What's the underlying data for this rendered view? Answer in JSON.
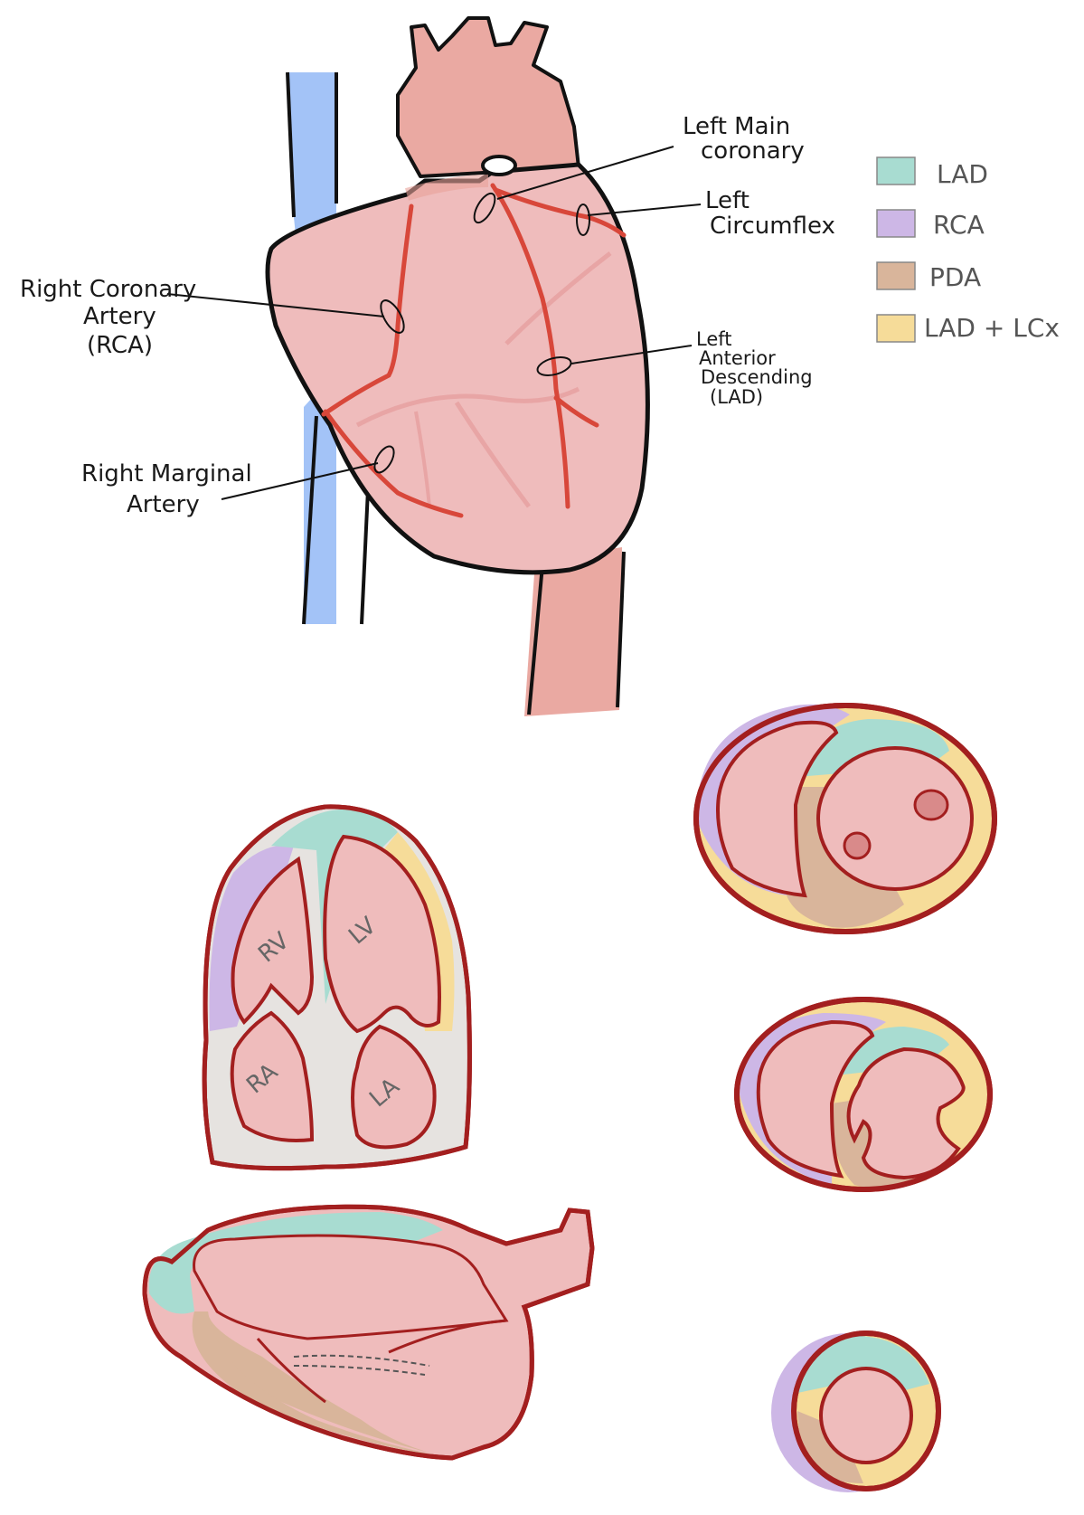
{
  "labels": {
    "left_main": [
      "Left Main",
      "coronary"
    ],
    "left_circumflex": [
      "Left",
      "Circumflex"
    ],
    "rca": [
      "Right Coronary",
      "Artery",
      "(RCA)"
    ],
    "lad": [
      "Left",
      "Anterior",
      "Descending",
      "(LAD)"
    ],
    "right_marginal": [
      "Right Marginal",
      "Artery"
    ]
  },
  "legend": [
    {
      "label": "LAD",
      "color": "#a8dcd1"
    },
    {
      "label": "RCA",
      "color": "#cdb7e6"
    },
    {
      "label": "PDA",
      "color": "#d9b59b"
    },
    {
      "label": "LAD + LCx",
      "color": "#f6dc99"
    }
  ],
  "chambers": {
    "rv": "RV",
    "lv": "LV",
    "ra": "RA",
    "la": "LA"
  },
  "colors": {
    "heart": "#efbcbc",
    "aorta": "#eaa9a2",
    "vein": "#a3c3f7",
    "artery": "#d8473a",
    "wall_outline": "#a31f1f",
    "lad": "#a8dcd1",
    "rca": "#cdb7e6",
    "pda": "#d9b59b",
    "lcx": "#f6dc99",
    "atrial_wall": "#e6e3e0"
  }
}
